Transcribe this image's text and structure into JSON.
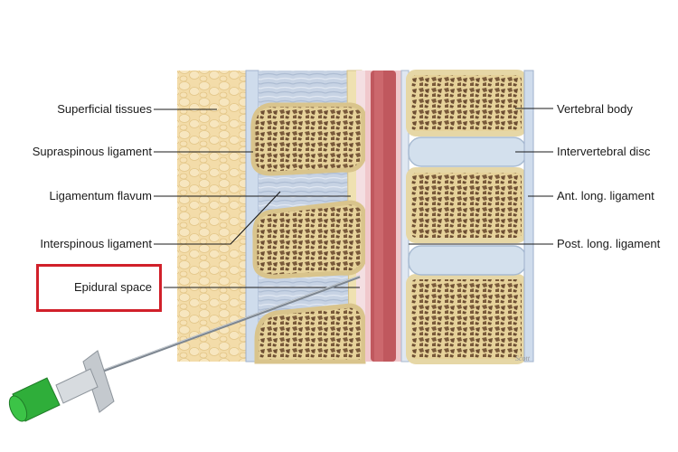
{
  "labels": {
    "left": {
      "superficial_tissues": "Superficial tissues",
      "supraspinous_ligament": "Supraspinous ligament",
      "ligamentum_flavum": "Ligamentum flavum",
      "interspinous_ligament": "Interspinous ligament",
      "epidural_space": "Epidural space"
    },
    "right": {
      "vertebral_body": "Vertebral body",
      "intervertebral_disc": "Intervertebral disc",
      "ant_long_ligament": "Ant. long. ligament",
      "post_long_ligament": "Post. long. ligament"
    }
  },
  "highlight": {
    "target": "Epidural space",
    "color": "#d1202a"
  },
  "colors": {
    "fat": "#f2d9a6",
    "bone": "#efe2b6",
    "bone_trabecular": "#7a5a3a",
    "spinal_cord": "#c0585e",
    "disc": "#d6e2ee",
    "ligament": "#c9d6e6",
    "needle_hub": "#2fae3a"
  },
  "icons": [
    "spinal-needle-icon"
  ],
  "signature": "Scott"
}
